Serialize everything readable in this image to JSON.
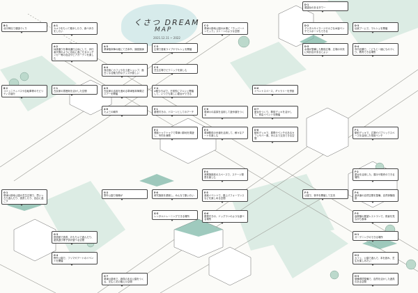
{
  "title": {
    "line1": "くさつ DREAM",
    "line2": "MAP",
    "subtitle": "2021.12.11 ~ 2022"
  },
  "colors": {
    "green": "#cfe4dc",
    "teal": "#7fb8a8",
    "road": "#ecece6",
    "line": "#555555"
  },
  "callouts": [
    {
      "id": "B-1",
      "text": "北中神社で健康づくり"
    },
    {
      "id": "A-1",
      "text": "カメラをもって散歩したり、食べ歩きをしたい"
    },
    {
      "id": "A-2",
      "text": "休静通りを車両通行止めにして、歩行者天国のように自由に過ごせるキッチンカー等の出店やビアガーデンを楽しむ"
    },
    {
      "id": "A-3",
      "text": "草津宿本陣の蔵にて古本市、講座講演"
    },
    {
      "id": "A-4",
      "text": "商店街にカフェやお土産ショップ、面白くなる魅力的なグッズが欲しい"
    },
    {
      "id": "C-1",
      "text": "古民家の雰囲気を活かした空間"
    },
    {
      "id": "B-2",
      "text": "コミュニティバスや自転車等のモビリティの運行"
    },
    {
      "id": "A-5",
      "text": "古民家の活用を進める草津宿本陣周辺ツアーを開催"
    },
    {
      "id": "A-6",
      "text": "たよ三の朝市"
    },
    {
      "id": "C-2",
      "text": "草津川跡地公園の水場に「ホッパーハンモック」ストーンのような空間"
    },
    {
      "id": "C-3",
      "text": "広場で音楽ライブやマルシェを開催"
    },
    {
      "id": "C-4",
      "text": "ai駅ひろばで、日常的にマルシェ開催して、いつでも楽しい屋台ができる"
    },
    {
      "id": "C-5",
      "text": "芝生広場でピクニックを楽しむ"
    },
    {
      "id": "C-6",
      "text": "草津川の高架を活用して遊歩道をつくる"
    },
    {
      "id": "D-1",
      "text": "展望台のあるタワー"
    },
    {
      "id": "D-2",
      "text": "デジタルサイネージや小さな木製ベンチでスポーツもできる"
    },
    {
      "id": "D-3",
      "text": "伝統ブームで、マルシェを開催"
    },
    {
      "id": "D-4",
      "text": "市内店舗で、こどもと一緒にものづくり、教育できる場所"
    },
    {
      "id": "D-5",
      "text": "水場が整備した駅前広場、広場の中央に時計台があるとよい"
    },
    {
      "id": "D-6",
      "text": "イベントスペース、ギャラリーを併設"
    },
    {
      "id": "D-7",
      "text": "屋台をつくり、駅前デッキを活かして、商店イベントを開催"
    },
    {
      "id": "D-8",
      "text": "駅前デッキで、屋根やベンチのあるカフェやバー風、みんなで交流できる空間"
    },
    {
      "id": "E-1",
      "text": "屋根付きの、ドローンとしてのアーチ"
    },
    {
      "id": "E-2",
      "text": "電動トゥクトゥクで草津川跡地を周遊し、市内を満喫"
    },
    {
      "id": "E-3",
      "text": "草津駅前の歩道を活用して、様々なアートを楽しむ"
    },
    {
      "id": "E-4",
      "text": "商業施設前のスペースで、ステージ発表を楽しむ"
    },
    {
      "id": "E-5",
      "text": "音楽イベントで、路上パフォーマンスなどを楽しめる空間"
    },
    {
      "id": "E-6",
      "text": "研究施設を誘致し、みんなで集いたい"
    },
    {
      "id": "F-1",
      "text": "駅前デッキで、広場やパブリックスペースを活用した常設ベンチ"
    },
    {
      "id": "F-2",
      "text": "屋台を活用した、展示や販売のできる場所"
    },
    {
      "id": "F-3",
      "text": "公園で、夜市を開催して交流"
    },
    {
      "id": "F-4",
      "text": "遊歩道の自然空間を整備、自然体験施設"
    },
    {
      "id": "F-5",
      "text": "高層階の展望レストランで、夜景を見ながら食事"
    },
    {
      "id": "G-1",
      "text": "草津川跡地公園の芝生広場で、思いっきり遊んだり、読書したり、自由に過ごす"
    },
    {
      "id": "G-2",
      "text": "野外公園で構築が"
    },
    {
      "id": "G-3",
      "text": "図書館で読書、おもちゃで遊んだり、遊具遊び等子供が遊べる空間"
    },
    {
      "id": "G-4",
      "text": "野外公園で、フリマやアートのイベントを開催"
    },
    {
      "id": "G-5",
      "text": "レンタルトレーニングできる場所"
    },
    {
      "id": "G-6",
      "text": "屋根付きの、ドッグランのような遊べる場所"
    },
    {
      "id": "G-7",
      "text": "草津川跡地で、遊具のある公園をつくる、芝生と花の植えた空間"
    },
    {
      "id": "H-1",
      "text": "ガーデニングのできる場所"
    },
    {
      "id": "H-2",
      "text": "カフェ、公園で遊んで、本を読み、芝生を楽しみたい"
    },
    {
      "id": "H-3",
      "text": "整備環境整備で、自然を活かした遊具のある空間"
    }
  ]
}
